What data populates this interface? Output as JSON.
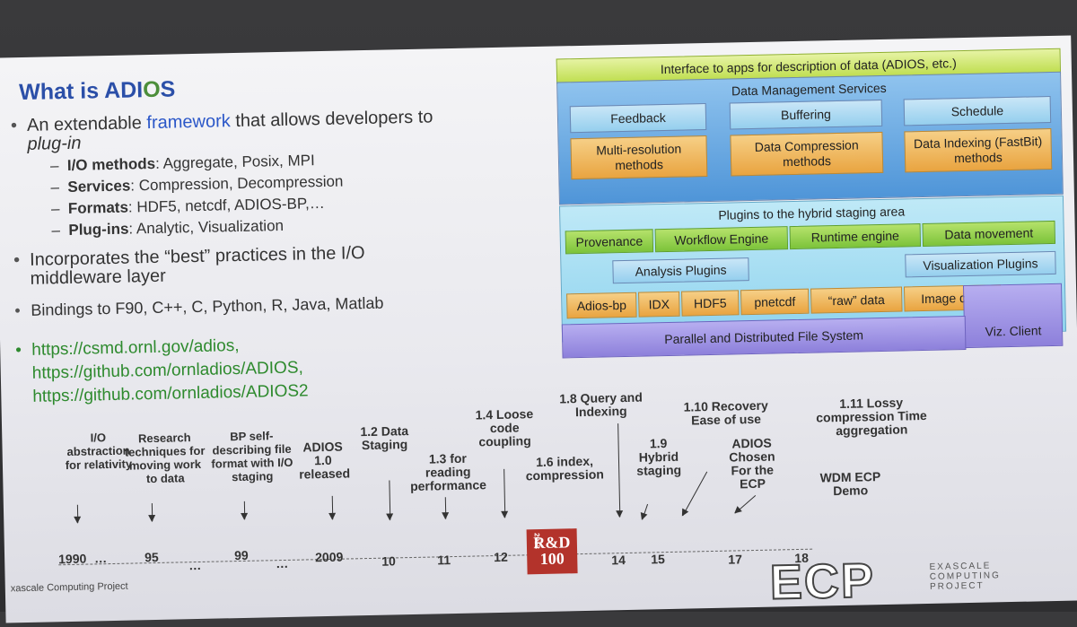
{
  "title": {
    "pre": "What is ADI",
    "o": "O",
    "s": "S"
  },
  "bullets": {
    "b1a": "An extendable ",
    "b1b": "framework",
    "b1c": " that allows developers to",
    "b1d": "plug-in",
    "s1k": "I/O methods",
    "s1v": ": Aggregate, Posix, MPI",
    "s2k": "Services",
    "s2v": ":  Compression, Decompression",
    "s3k": "Formats",
    "s3v": ": HDF5, netcdf, ADIOS-BP,…",
    "s4k": "Plug-ins",
    "s4v": ": Analytic, Visualization",
    "b2a": "Incorporates the “best” practices in the I/O",
    "b2b": "middleware layer",
    "b3": "Bindings to F90, C++, C, Python, R, Java, Matlab",
    "l1": "https://csmd.ornl.gov/adios,",
    "l2": "https://github.com/ornladios/ADIOS,",
    "l3": "https://github.com/ornladios/ADIOS2"
  },
  "diagram": {
    "iface": "Interface to apps for description of data (ADIOS, etc.)",
    "dms": "Data Management Services",
    "feedback": "Feedback",
    "buffering": "Buffering",
    "schedule": "Schedule",
    "multires": "Multi-resolution methods",
    "compress": "Data Compression methods",
    "indexing": "Data Indexing (FastBit) methods",
    "plugins": "Plugins to the hybrid staging area",
    "provenance": "Provenance",
    "workflow": "Workflow  Engine",
    "runtime": "Runtime engine",
    "datamove": "Data movement",
    "analysis": "Analysis Plugins",
    "viz": "Visualization Plugins",
    "adiosbp": "Adios-bp",
    "idx": "IDX",
    "hdf5": "HDF5",
    "pnetcdf": "pnetcdf",
    "raw": "“raw” data",
    "image": "Image data",
    "pfs": "Parallel and Distributed File System",
    "vizclient": "Viz. Client"
  },
  "timeline": {
    "e1": "I/O abstraction for relativity",
    "e2": "Research techniques for moving work to data",
    "e3": "BP self-describing file format with I/O staging",
    "e4": "ADIOS 1.0 released",
    "e5": "1.2 Data Staging",
    "e6": "1.3 for reading performance",
    "e7": "1.4 Loose code coupling",
    "e8": "1.6 index, compression",
    "e9": "1.8 Query and Indexing",
    "e10": "1.9 Hybrid staging",
    "e11": "1.10 Recovery Ease of use",
    "e12": "ADIOS Chosen For the ECP",
    "e13": "1.11 Lossy compression Time aggregation",
    "e14": "WDM ECP Demo",
    "y1990": "1990",
    "y95": "95",
    "y99": "99",
    "y2009": "2009",
    "y10": "10",
    "y11": "11",
    "y12": "12",
    "y14": "14",
    "y15": "15",
    "y17": "17",
    "y18": "18",
    "dots": "…"
  },
  "footer": {
    "org": "xascale Computing Project",
    "logo": "ECP",
    "logo_text": "EXASCALE COMPUTING PROJECT",
    "rd": "R&D 100",
    "rd_year": "2013"
  }
}
